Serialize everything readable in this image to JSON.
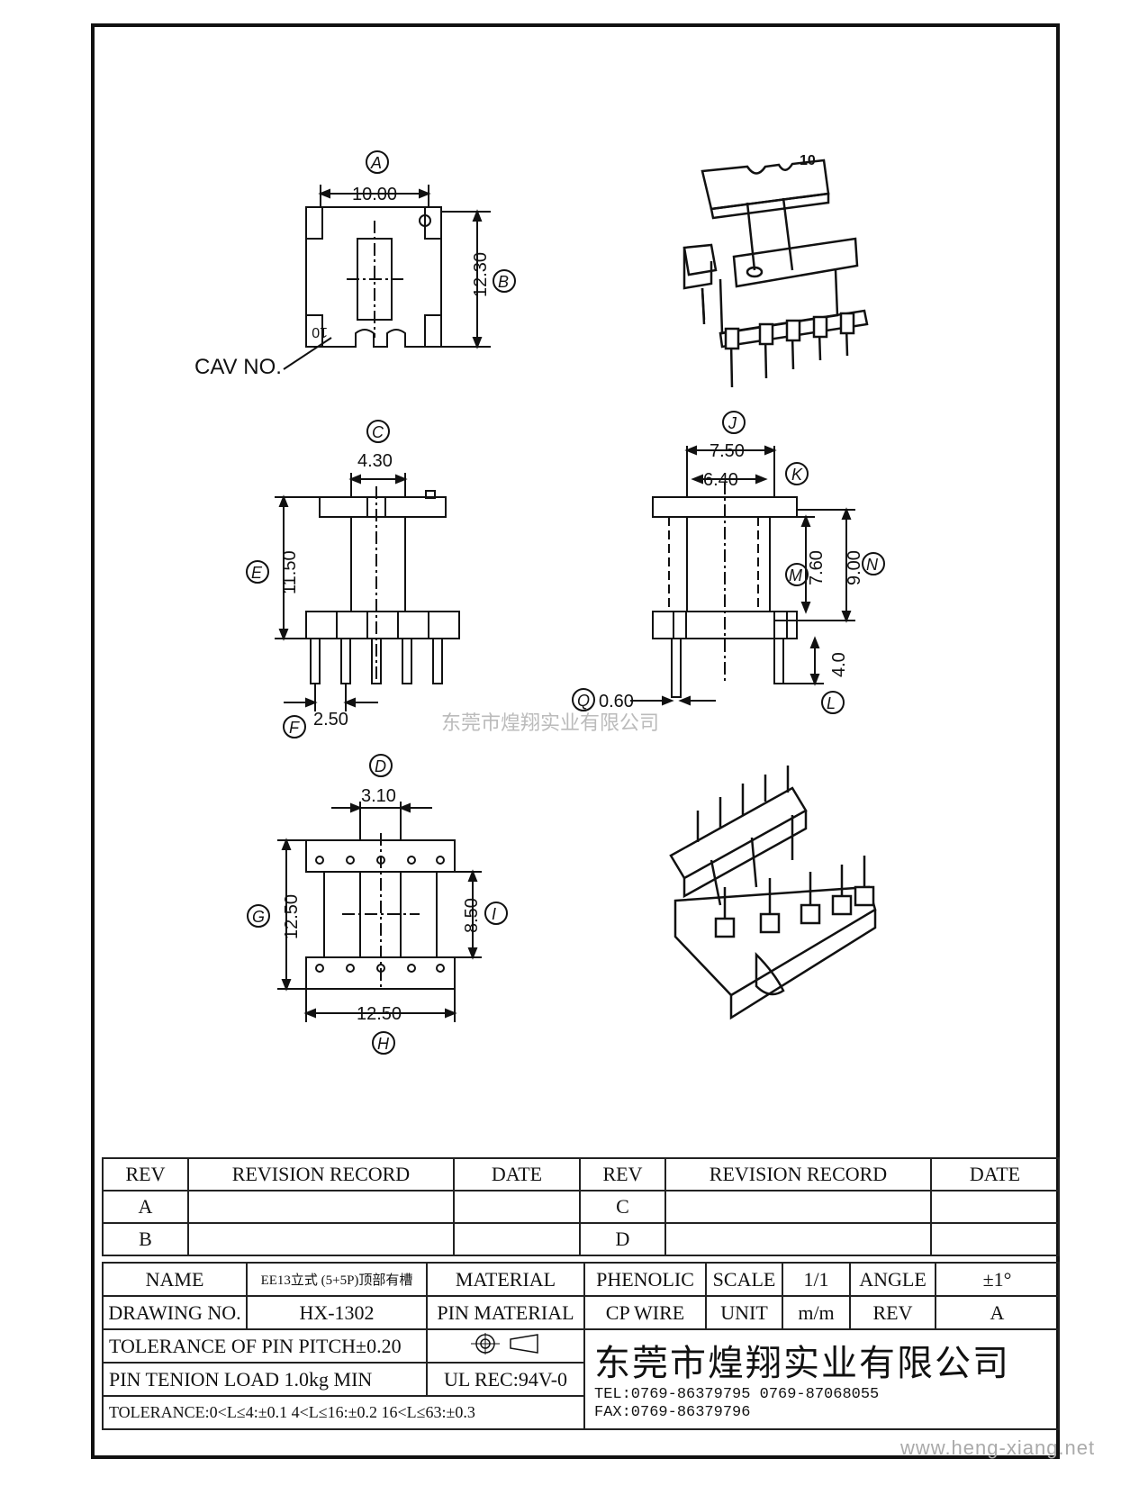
{
  "views": {
    "top": {
      "label_a": "A",
      "dim_a": "10.00",
      "label_b": "B",
      "dim_b": "12.30",
      "cav_label": "CAV NO.",
      "cav_mark": "10"
    },
    "iso_top": {
      "cav_mark": "10"
    },
    "front": {
      "label_c": "C",
      "dim_c": "4.30",
      "label_e": "E",
      "dim_e": "11.50",
      "label_f": "F",
      "dim_f": "2.50"
    },
    "side": {
      "label_j": "J",
      "dim_j": "7.50",
      "label_k": "K",
      "dim_k": "6.40",
      "label_m": "M",
      "dim_m": "7.60",
      "label_n": "N",
      "dim_n": "9.00",
      "label_l": "L",
      "dim_l": "4.0",
      "label_q": "Q",
      "dim_q": "0.60"
    },
    "bottom": {
      "label_d": "D",
      "dim_d": "3.10",
      "label_g": "G",
      "dim_g": "12.50",
      "label_i": "I",
      "dim_i": "8.50",
      "label_h": "H",
      "dim_h": "12.50"
    }
  },
  "center_watermark": "东莞市煌翔实业有限公司",
  "revision_table": {
    "headers": [
      "REV",
      "REVISION RECORD",
      "DATE",
      "REV",
      "REVISION RECORD",
      "DATE"
    ],
    "rows": [
      [
        "A",
        "",
        "",
        "C",
        "",
        ""
      ],
      [
        "B",
        "",
        "",
        "D",
        "",
        ""
      ]
    ]
  },
  "title_block": {
    "name_label": "NAME",
    "name_value": "EE13立式 (5+5P)顶部有槽",
    "material_label": "MATERIAL",
    "material_value": "PHENOLIC",
    "scale_label": "SCALE",
    "scale_value": "1/1",
    "angle_label": "ANGLE",
    "angle_value": "±1°",
    "drawing_no_label": "DRAWING NO.",
    "drawing_no_value": "HX-1302",
    "pin_material_label": "PIN MATERIAL",
    "pin_material_value": "CP WIRE",
    "unit_label": "UNIT",
    "unit_value": "m/m",
    "rev_label": "REV",
    "rev_value": "A",
    "tolerance_pitch": "TOLERANCE OF PIN PITCH±0.20",
    "pin_tension": "PIN TENION LOAD 1.0kg MIN",
    "ul_rec": "UL REC:94V-0",
    "tolerance": "TOLERANCE:0<L≤4:±0.1  4<L≤16:±0.2  16<L≤63:±0.3",
    "company": "东莞市煌翔实业有限公司",
    "tel": "TEL:0769-86379795    0769-87068055",
    "fax": "FAX:0769-86379796"
  },
  "watermark": "www.heng-xiang.net"
}
